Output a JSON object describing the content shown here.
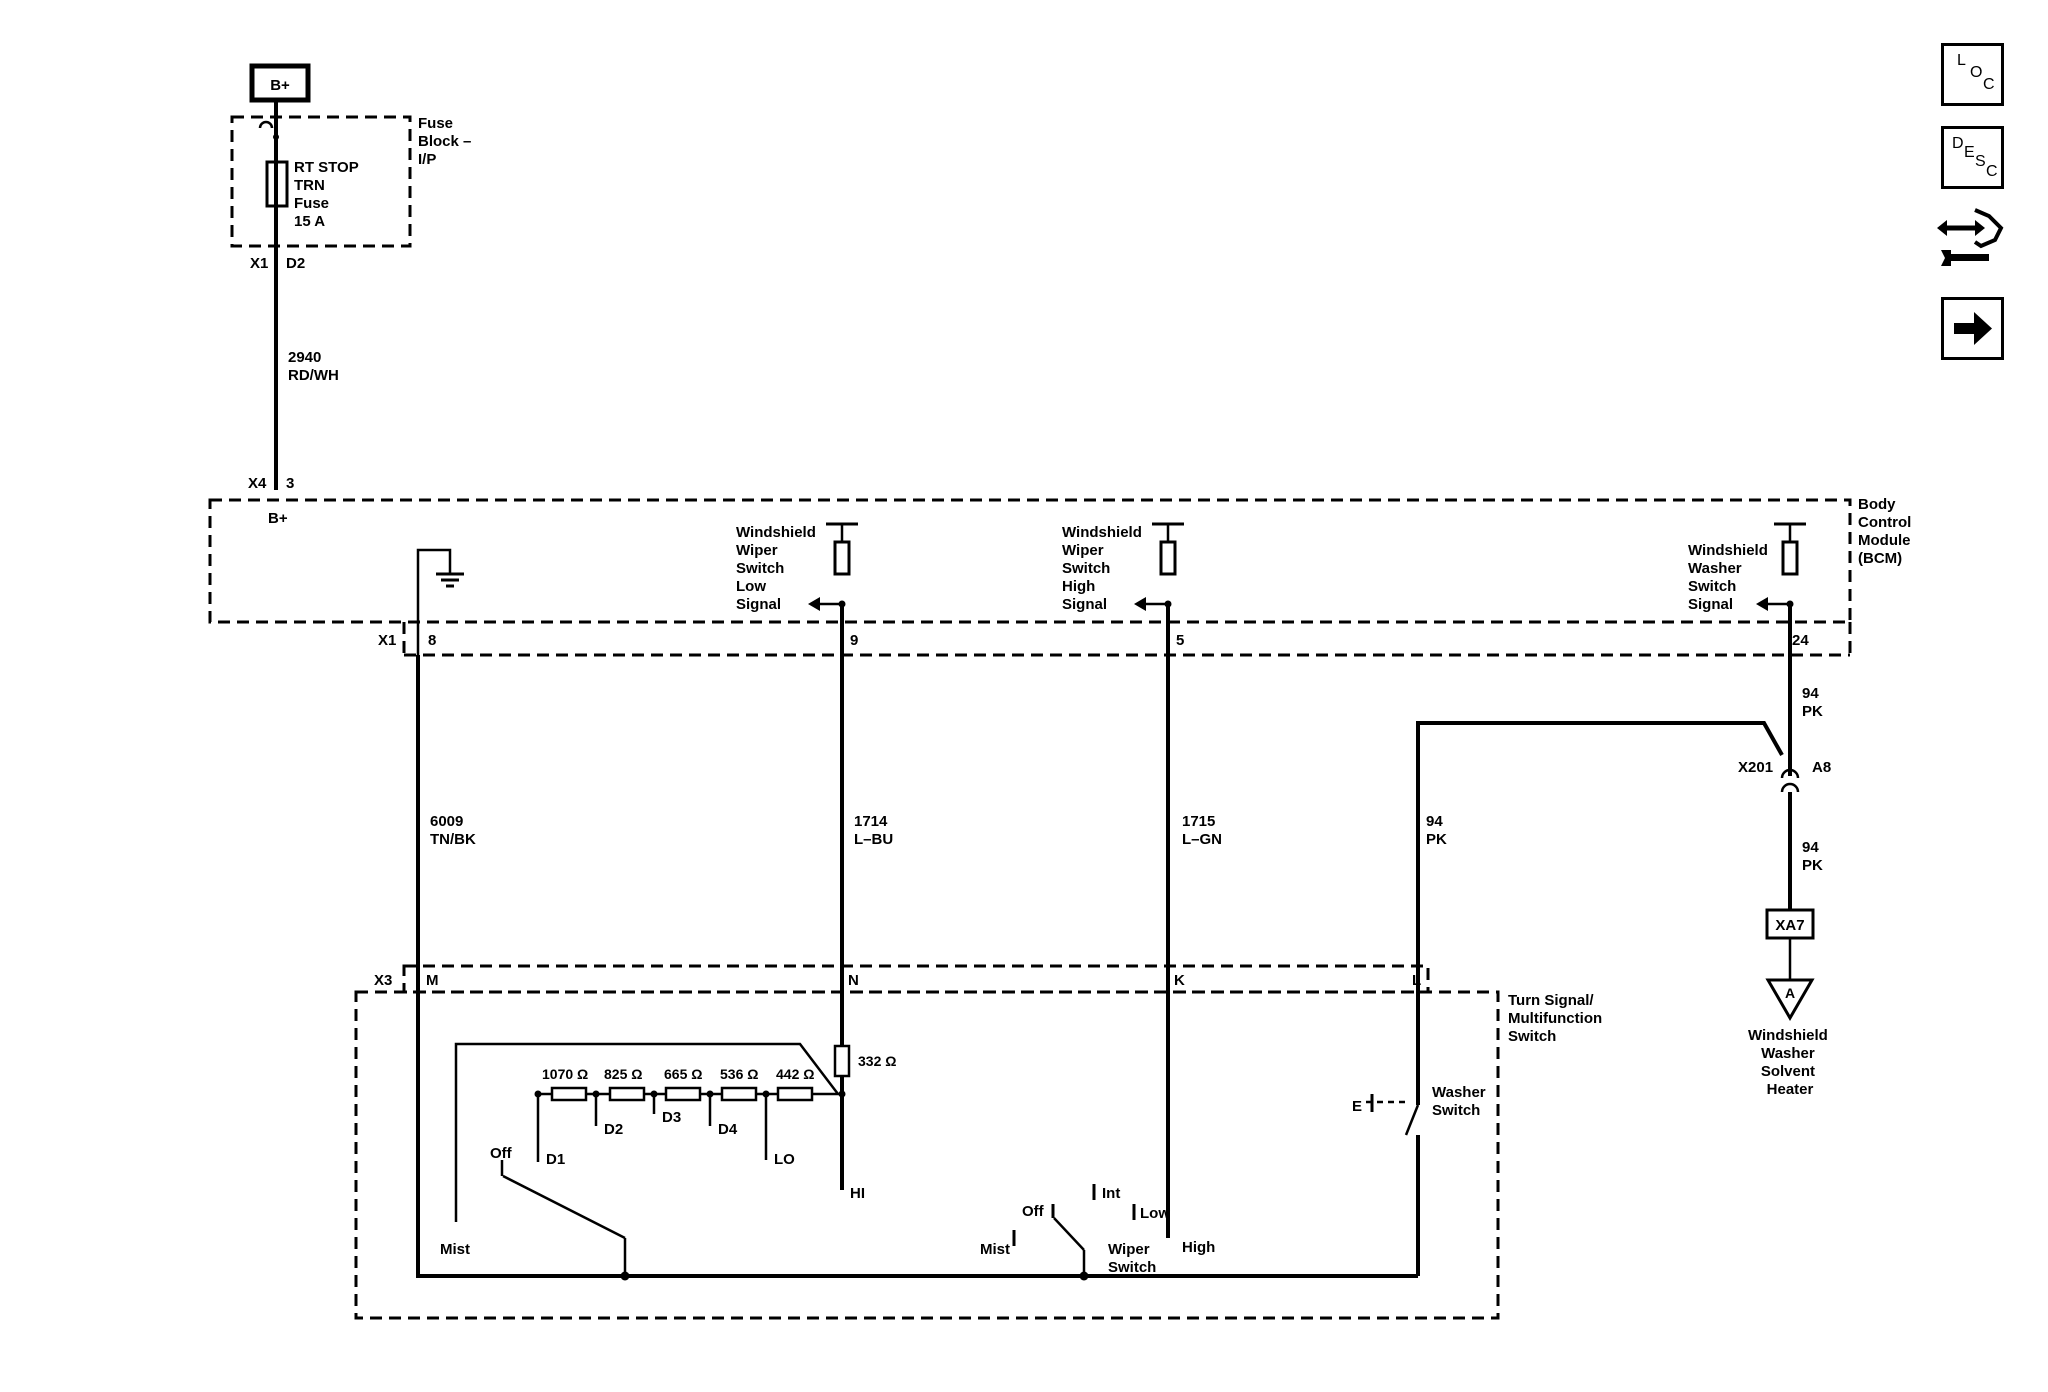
{
  "power": {
    "label": "B+"
  },
  "fuse_block": {
    "name_lines": [
      "Fuse",
      "Block –",
      "I/P"
    ],
    "fuse_lines": [
      "RT STOP",
      "TRN",
      "Fuse",
      "15 A"
    ],
    "connector": "X1",
    "pin": "D2"
  },
  "wire_2940": {
    "number": "2940",
    "color": "RD/WH"
  },
  "bcm": {
    "name_lines": [
      "Body",
      "Control",
      "Module",
      "(BCM)"
    ],
    "power_connector": "X4",
    "power_pin": "3",
    "power_label": "B+",
    "connector": "X1",
    "pins": [
      "8",
      "9",
      "5",
      "24"
    ],
    "signals": [
      {
        "lines": [
          "Windshield",
          "Wiper",
          "Switch",
          "Low",
          "Signal"
        ]
      },
      {
        "lines": [
          "Windshield",
          "Wiper",
          "Switch",
          "High",
          "Signal"
        ]
      },
      {
        "lines": [
          "Windshield",
          "Washer",
          "Switch",
          "Signal"
        ]
      }
    ]
  },
  "wires": [
    {
      "number": "6009",
      "color": "TN/BK"
    },
    {
      "number": "1714",
      "color": "L–BU"
    },
    {
      "number": "1715",
      "color": "L–GN"
    },
    {
      "number": "94",
      "color": "PK"
    },
    {
      "number": "94",
      "color": "PK"
    },
    {
      "number": "94",
      "color": "PK"
    }
  ],
  "splice": {
    "name": "X201",
    "pin": "A8"
  },
  "heater": {
    "connector": "XA7",
    "pin": "A",
    "name_lines": [
      "Windshield",
      "Washer",
      "Solvent",
      "Heater"
    ]
  },
  "switch_module": {
    "name_lines": [
      "Turn Signal/",
      "Multifunction",
      "Switch"
    ],
    "connector": "X3",
    "pins": [
      "M",
      "N",
      "K",
      "L"
    ],
    "resistors": [
      "1070 Ω",
      "825 Ω",
      "665 Ω",
      "536 Ω",
      "442 Ω",
      "332 Ω"
    ],
    "taps": [
      "D1",
      "D2",
      "D3",
      "D4",
      "LO",
      "HI"
    ],
    "wiper_positions": [
      "Off",
      "Int",
      "Low",
      "Mist",
      "High"
    ],
    "wiper_switch_lines": [
      "Wiper",
      "Switch"
    ],
    "mist_switch_labels": [
      "Off",
      "Mist"
    ],
    "washer_switch_lines": [
      "Washer",
      "Switch"
    ],
    "washer_mech_label": "E"
  },
  "side_buttons": {
    "loc": [
      "L",
      "O",
      "C"
    ],
    "desc": [
      "D",
      "E",
      "S",
      "C"
    ]
  }
}
